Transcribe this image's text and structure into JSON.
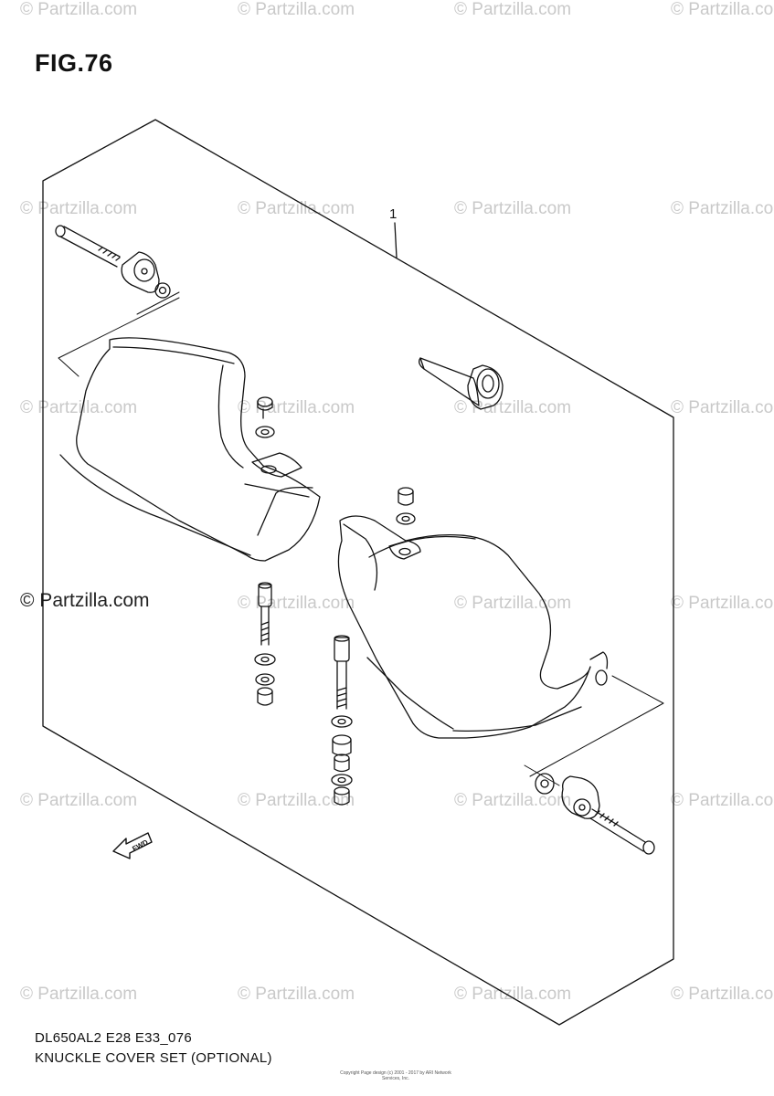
{
  "figure": {
    "title": "FIG.76",
    "callout_number": "1"
  },
  "watermark": {
    "text": "© Partzilla.com",
    "main_text": "© Partzilla.com"
  },
  "footer": {
    "code": "DL650AL2 E28 E33_076",
    "name": "KNUCKLE COVER SET (OPTIONAL)",
    "copyright": "Copyright\nPage design (c) 2001 - 2017 by ARI Network Services, Inc."
  },
  "labels": {
    "direction": "FWD"
  }
}
